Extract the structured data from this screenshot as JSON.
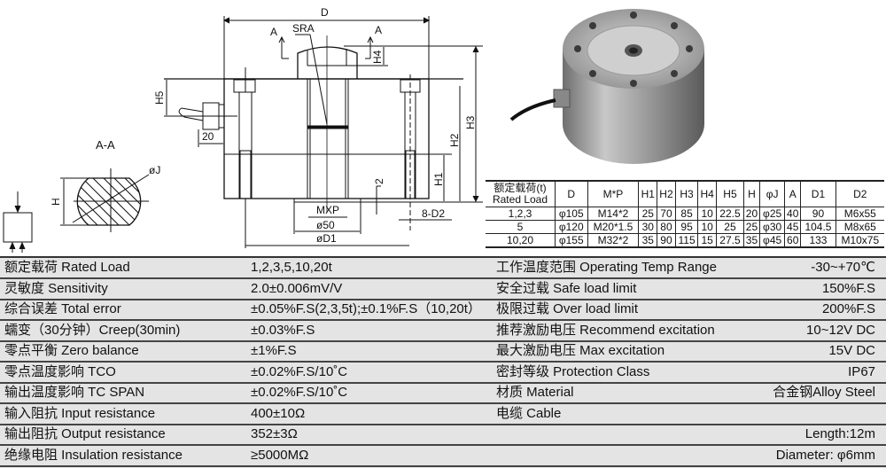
{
  "drawing": {
    "labels": {
      "D": "D",
      "SRA": "SRA",
      "A_left": "A",
      "A_right": "A",
      "H4": "H4",
      "H5": "H5",
      "H3": "H3",
      "H2": "H2",
      "H1": "H1",
      "dim20": "20",
      "dim2": "2",
      "MXP": "MXP",
      "d50": "ø50",
      "dD1": "øD1",
      "D2": "8-D2",
      "section": "A-A",
      "J": "øJ",
      "H": "H"
    }
  },
  "dimension_table": {
    "headers": [
      "额定载荷(t)\nRated Load",
      "D",
      "M*P",
      "H1",
      "H2",
      "H3",
      "H4",
      "H5",
      "H",
      "φJ",
      "A",
      "D1",
      "D2"
    ],
    "header_cn": "额定载荷(t)",
    "header_en": "Rated Load",
    "rows": [
      [
        "1,2,3",
        "φ105",
        "M14*2",
        "25",
        "70",
        "85",
        "10",
        "22.5",
        "20",
        "φ25",
        "40",
        "90",
        "M6x55"
      ],
      [
        "5",
        "φ120",
        "M20*1.5",
        "30",
        "80",
        "95",
        "10",
        "25",
        "25",
        "φ30",
        "45",
        "104.5",
        "M8x65"
      ],
      [
        "10,20",
        "φ155",
        "M32*2",
        "35",
        "90",
        "115",
        "15",
        "27.5",
        "35",
        "φ45",
        "60",
        "133",
        "M10x75"
      ]
    ]
  },
  "specs": {
    "rows": [
      {
        "l_label": "额定载荷 Rated Load",
        "l_value": "1,2,3,5,10,20t",
        "r_label": "工作温度范围 Operating Temp Range",
        "r_value": "-30~+70℃"
      },
      {
        "l_label": "灵敏度 Sensitivity",
        "l_value": "2.0±0.006mV/V",
        "r_label": "安全过载 Safe load limit",
        "r_value": "150%F.S"
      },
      {
        "l_label": "综合误差 Total error",
        "l_value": "±0.05%F.S(2,3,5t);±0.1%F.S（10,20t）",
        "r_label": "极限过载 Over load limit",
        "r_value": "200%F.S"
      },
      {
        "l_label": "蠕变（30分钟）Creep(30min)",
        "l_value": "±0.03%F.S",
        "r_label": "推荐激励电压 Recommend excitation",
        "r_value": "10~12V DC"
      },
      {
        "l_label": "零点平衡 Zero balance",
        "l_value": "±1%F.S",
        "r_label": "最大激励电压 Max excitation",
        "r_value": "15V DC"
      },
      {
        "l_label": "零点温度影响 TCO",
        "l_value": "±0.02%F.S/10˚C",
        "r_label": "密封等级 Protection Class",
        "r_value": "IP67"
      },
      {
        "l_label": "输出温度影响 TC SPAN",
        "l_value": "±0.02%F.S/10˚C",
        "r_label": "材质 Material",
        "r_value": "合金钢Alloy Steel"
      },
      {
        "l_label": "输入阻抗 Input resistance",
        "l_value": "400±10Ω",
        "r_label": "电缆 Cable",
        "r_value": ""
      },
      {
        "l_label": "输出阻抗 Output resistance",
        "l_value": "352±3Ω",
        "r_label": "",
        "r_value": "Length:12m"
      },
      {
        "l_label": "绝缘电阻 Insulation resistance",
        "l_value": "≥5000MΩ",
        "r_label": "",
        "r_value": "Diameter: φ6mm"
      }
    ]
  }
}
